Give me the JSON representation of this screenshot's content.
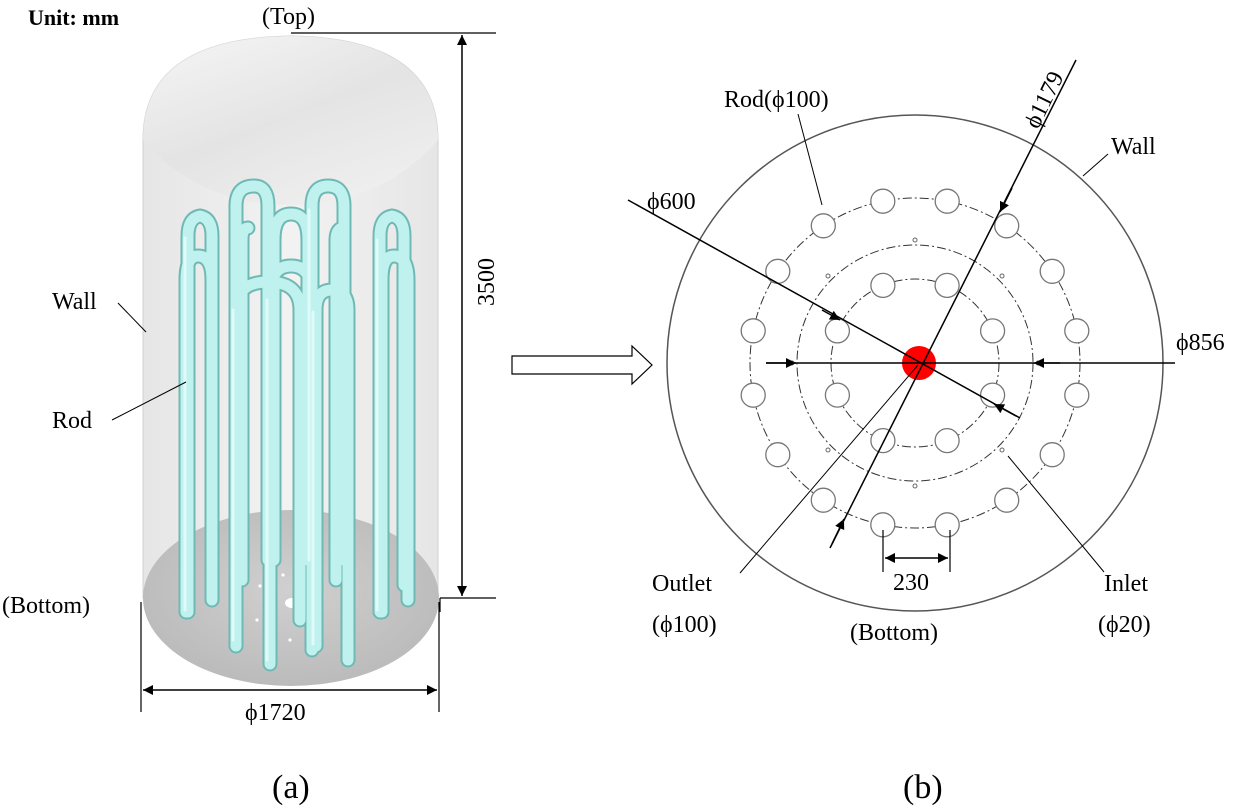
{
  "left_panel": {
    "unit_label": "Unit: mm",
    "top_label": "(Top)",
    "bottom_label": "(Bottom)",
    "wall_label": "Wall",
    "rod_label": "Rod",
    "height_dim": "3500",
    "diameter_dim": "ϕ1720",
    "caption": "(a)"
  },
  "right_panel": {
    "rod_label": "Rod(ϕ100)",
    "wall_label": "Wall",
    "dim_1179": "ϕ1179",
    "dim_600": "ϕ600",
    "dim_856": "ϕ856",
    "pitch_dim": "230",
    "outlet_label": "Outlet",
    "outlet_size": "(ϕ100)",
    "bottom_label": "(Bottom)",
    "inlet_label": "Inlet",
    "inlet_size": "(ϕ20)",
    "caption": "(b)"
  },
  "colors": {
    "rod": "#bff2ee",
    "rod_edge": "#6fb9b4",
    "outlet": "#ff0000",
    "wall_fill": "#ececec",
    "bottom_fill": "#c4c4c4"
  }
}
